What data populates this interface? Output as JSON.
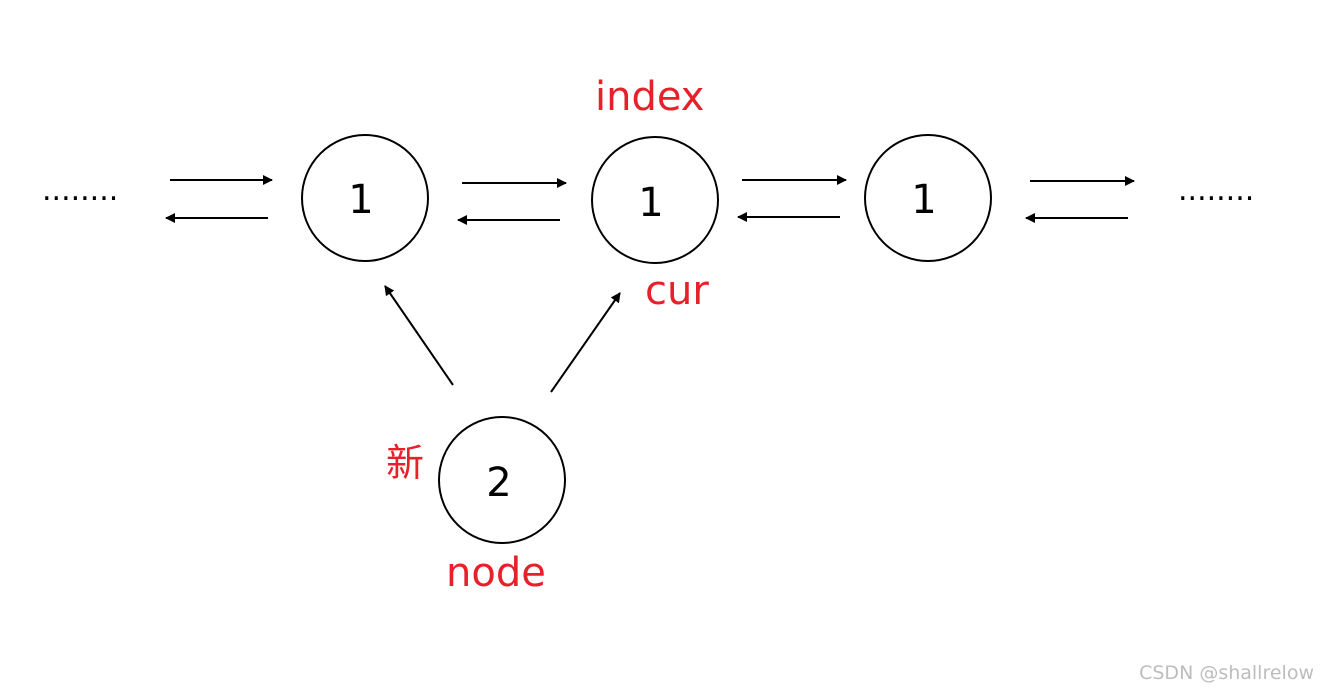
{
  "colors": {
    "label_red": "#e8202a",
    "node_stroke": "#000000",
    "arrow": "#000000",
    "watermark": "#bdbdbd"
  },
  "nodes": [
    {
      "id": "list-node-left",
      "value": "1"
    },
    {
      "id": "list-node-index",
      "value": "1"
    },
    {
      "id": "list-node-right",
      "value": "1"
    },
    {
      "id": "new-node",
      "value": "2"
    }
  ],
  "ellipsis": {
    "left": "........",
    "right": "........"
  },
  "labels": {
    "index": "index",
    "cur": "cur",
    "new_char": "新",
    "node": "node"
  },
  "watermark": "CSDN @shallrelow"
}
